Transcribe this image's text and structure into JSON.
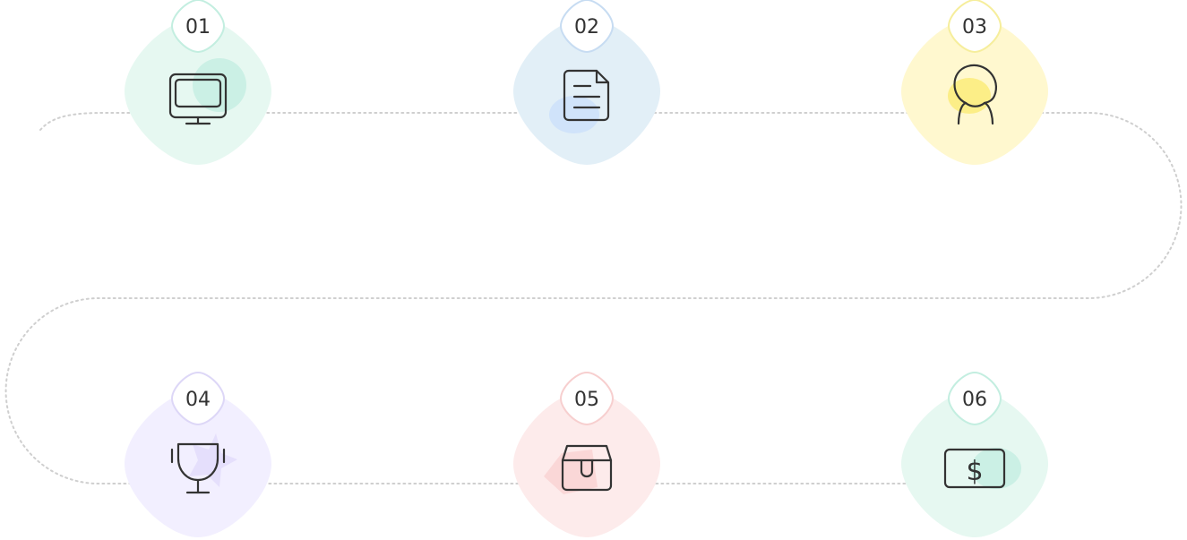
{
  "steps": [
    {
      "number": "01",
      "icon": "monitor-icon",
      "tint": "#e6f8f1",
      "stroke": "#c3eee0",
      "blob": "#c5efe3"
    },
    {
      "number": "02",
      "icon": "document-icon",
      "tint": "#e2eff7",
      "stroke": "#c7dcf2",
      "blob": "#cde0fa"
    },
    {
      "number": "03",
      "icon": "user-icon",
      "tint": "#fff8cf",
      "stroke": "#f6ee9c",
      "blob": "#fbec7a"
    },
    {
      "number": "04",
      "icon": "trophy-icon",
      "tint": "#f2efff",
      "stroke": "#ddd7f7",
      "blob": "#e3dcfb"
    },
    {
      "number": "05",
      "icon": "package-icon",
      "tint": "#fdebeb",
      "stroke": "#f7cfcf",
      "blob": "#f9d4d4"
    },
    {
      "number": "06",
      "icon": "money-icon",
      "tint": "#e6f8f1",
      "stroke": "#c3eee0",
      "blob": "#c5efe3"
    }
  ],
  "colors": {
    "path": "#cfcfcf",
    "icon": "#333333"
  }
}
